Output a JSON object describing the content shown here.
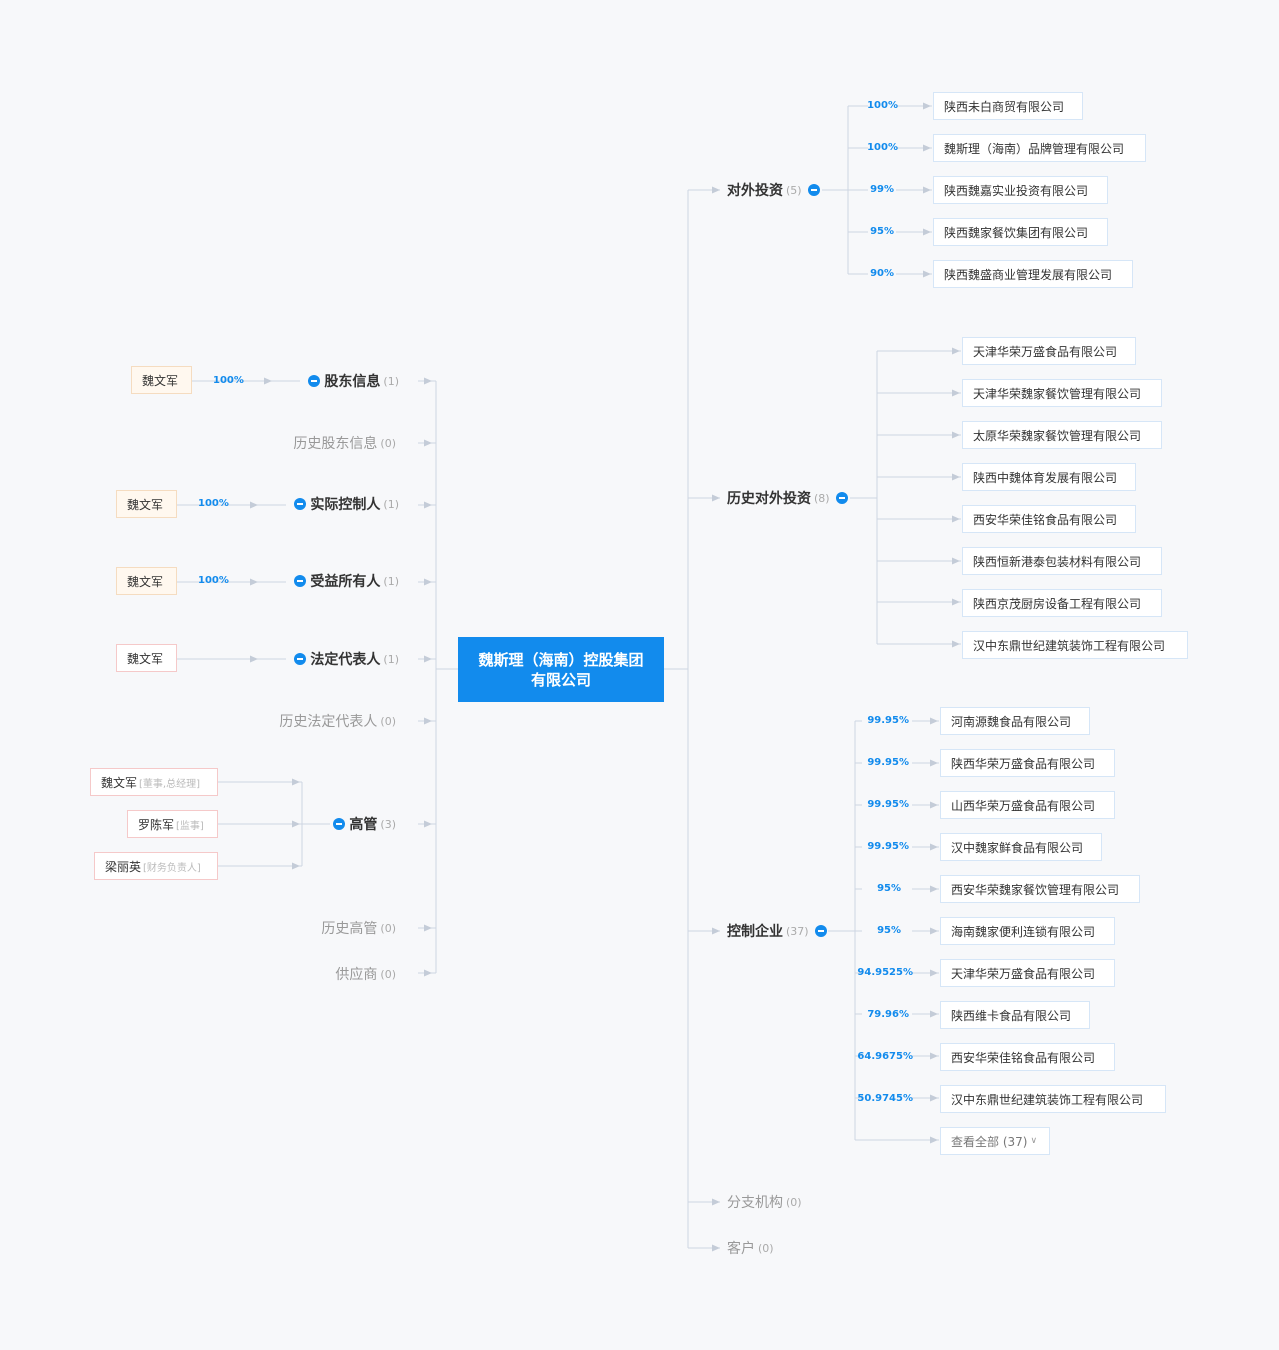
{
  "center": {
    "name": "魏斯理（海南）控股集团有限公司"
  },
  "left": {
    "shareholders": {
      "label": "股东信息",
      "count": "(1)",
      "person": "魏文军",
      "pct": "100%"
    },
    "history_shareholders": {
      "label": "历史股东信息",
      "count": "(0)"
    },
    "controller": {
      "label": "实际控制人",
      "count": "(1)",
      "person": "魏文军",
      "pct": "100%"
    },
    "beneficiary": {
      "label": "受益所有人",
      "count": "(1)",
      "person": "魏文军",
      "pct": "100%"
    },
    "legal_rep": {
      "label": "法定代表人",
      "count": "(1)",
      "person": "魏文军"
    },
    "history_legal_rep": {
      "label": "历史法定代表人",
      "count": "(0)"
    },
    "executives": {
      "label": "高管",
      "count": "(3)",
      "items": [
        {
          "name": "魏文军",
          "role": "[董事,总经理]"
        },
        {
          "name": "罗陈军",
          "role": "[监事]"
        },
        {
          "name": "梁丽英",
          "role": "[财务负责人]"
        }
      ]
    },
    "history_executives": {
      "label": "历史高管",
      "count": "(0)"
    },
    "suppliers": {
      "label": "供应商",
      "count": "(0)"
    }
  },
  "right": {
    "investments": {
      "label": "对外投资",
      "count": "(5)",
      "items": [
        {
          "pct": "100%",
          "name": "陕西未白商贸有限公司"
        },
        {
          "pct": "100%",
          "name": "魏斯理（海南）品牌管理有限公司"
        },
        {
          "pct": "99%",
          "name": "陕西魏嘉实业投资有限公司"
        },
        {
          "pct": "95%",
          "name": "陕西魏家餐饮集团有限公司"
        },
        {
          "pct": "90%",
          "name": "陕西魏盛商业管理发展有限公司"
        }
      ]
    },
    "history_investments": {
      "label": "历史对外投资",
      "count": "(8)",
      "items": [
        "天津华荣万盛食品有限公司",
        "天津华荣魏家餐饮管理有限公司",
        "太原华荣魏家餐饮管理有限公司",
        "陕西中魏体育发展有限公司",
        "西安华荣佳铭食品有限公司",
        "陕西恒新港泰包装材料有限公司",
        "陕西京茂厨房设备工程有限公司",
        "汉中东鼎世纪建筑装饰工程有限公司"
      ]
    },
    "controlled": {
      "label": "控制企业",
      "count": "(37)",
      "items": [
        {
          "pct": "99.95%",
          "name": "河南源魏食品有限公司"
        },
        {
          "pct": "99.95%",
          "name": "陕西华荣万盛食品有限公司"
        },
        {
          "pct": "99.95%",
          "name": "山西华荣万盛食品有限公司"
        },
        {
          "pct": "99.95%",
          "name": "汉中魏家鲜食品有限公司"
        },
        {
          "pct": "95%",
          "name": "西安华荣魏家餐饮管理有限公司"
        },
        {
          "pct": "95%",
          "name": "海南魏家便利连锁有限公司"
        },
        {
          "pct": "94.9525%",
          "name": "天津华荣万盛食品有限公司"
        },
        {
          "pct": "79.96%",
          "name": "陕西维卡食品有限公司"
        },
        {
          "pct": "64.9675%",
          "name": "西安华荣佳铭食品有限公司"
        },
        {
          "pct": "50.9745%",
          "name": "汉中东鼎世纪建筑装饰工程有限公司"
        }
      ],
      "view_all": "查看全部 (37)"
    },
    "branches": {
      "label": "分支机构",
      "count": "(0)"
    },
    "customers": {
      "label": "客户",
      "count": "(0)"
    }
  }
}
